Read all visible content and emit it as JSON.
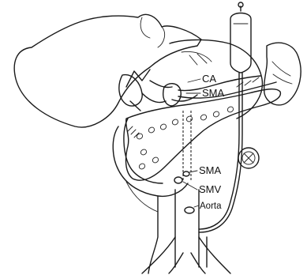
{
  "labels": {
    "ca": "CA",
    "sma_upper": "SMA",
    "sma_lower": "SMA",
    "smv": "SMV",
    "aorta": "Aorta"
  }
}
